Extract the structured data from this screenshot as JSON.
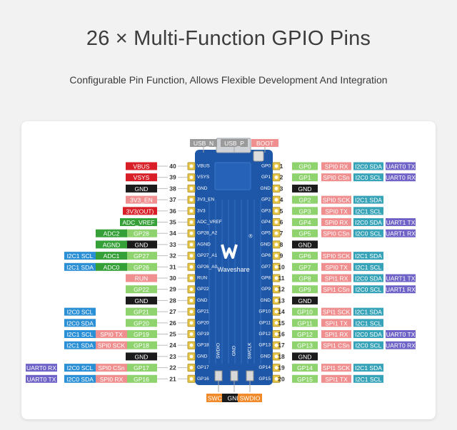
{
  "header": {
    "title": "26 × Multi-Function GPIO Pins",
    "subtitle": "Configurable Pin Function, Allows Flexible Development And Integration"
  },
  "colors": {
    "red": "#d81e26",
    "dark": "#1b1b1b",
    "green": "#35a038",
    "pink": "#ef8f8f",
    "light_green": "#8fd36f",
    "blue": "#2b8fd6",
    "teal": "#37a3b8",
    "purple": "#6f63c7",
    "gray": "#9a9a9a",
    "orange": "#f08a2a",
    "board": "#1f57a8"
  },
  "board": {
    "brand": "Waveshare",
    "logo": "waveshare-logo",
    "usb_labels": [
      {
        "text": "USB_N",
        "color": "gray"
      },
      {
        "text": "USB_P",
        "color": "gray"
      },
      {
        "text": "BOOT",
        "color": "pink"
      }
    ],
    "bottom_labels": [
      {
        "text": "SWCLK",
        "color": "orange"
      },
      {
        "text": "GND",
        "color": "dark"
      },
      {
        "text": "SWDIO",
        "color": "orange"
      }
    ],
    "bottom_silk": [
      "SWDIO",
      "GND",
      "SWCLK"
    ]
  },
  "left_pins": [
    {
      "num": "40",
      "silk": "VBUS",
      "tags": [
        {
          "text": "VBUS",
          "color": "red"
        }
      ]
    },
    {
      "num": "39",
      "silk": "VSYS",
      "tags": [
        {
          "text": "VSYS",
          "color": "red"
        }
      ]
    },
    {
      "num": "38",
      "silk": "GND",
      "tags": [
        {
          "text": "GND",
          "color": "dark"
        }
      ]
    },
    {
      "num": "37",
      "silk": "3V3_EN",
      "tags": [
        {
          "text": "3V3_EN",
          "color": "pink"
        }
      ]
    },
    {
      "num": "36",
      "silk": "3V3",
      "tags": [
        {
          "text": "3V3(OUT)",
          "color": "red"
        }
      ]
    },
    {
      "num": "35",
      "silk": "ADC_VREF",
      "tags": [
        {
          "text": "ADC_VREF",
          "color": "green"
        }
      ]
    },
    {
      "num": "34",
      "silk": "GP28_A2",
      "tags": [
        {
          "text": "GP28",
          "color": "light_green"
        },
        {
          "text": "ADC2",
          "color": "green"
        }
      ]
    },
    {
      "num": "33",
      "silk": "AGND",
      "tags": [
        {
          "text": "GND",
          "color": "dark"
        },
        {
          "text": "AGND",
          "color": "green"
        }
      ]
    },
    {
      "num": "32",
      "silk": "GP27_A1",
      "tags": [
        {
          "text": "GP27",
          "color": "light_green"
        },
        {
          "text": "ADC1",
          "color": "green"
        },
        {
          "text": "I2C1 SCL",
          "color": "blue"
        }
      ]
    },
    {
      "num": "31",
      "silk": "GP26_A0",
      "tags": [
        {
          "text": "GP26",
          "color": "light_green"
        },
        {
          "text": "ADC0",
          "color": "green"
        },
        {
          "text": "I2C1 SDA",
          "color": "blue"
        }
      ]
    },
    {
      "num": "30",
      "silk": "RUN",
      "tags": [
        {
          "text": "RUN",
          "color": "pink"
        }
      ]
    },
    {
      "num": "29",
      "silk": "GP22",
      "tags": [
        {
          "text": "GP22",
          "color": "light_green"
        }
      ]
    },
    {
      "num": "28",
      "silk": "GND",
      "tags": [
        {
          "text": "GND",
          "color": "dark"
        }
      ]
    },
    {
      "num": "27",
      "silk": "GP21",
      "tags": [
        {
          "text": "GP21",
          "color": "light_green"
        },
        {
          "text": "",
          "color": "none"
        },
        {
          "text": "I2C0 SCL",
          "color": "blue"
        }
      ]
    },
    {
      "num": "26",
      "silk": "GP20",
      "tags": [
        {
          "text": "GP20",
          "color": "light_green"
        },
        {
          "text": "",
          "color": "none"
        },
        {
          "text": "I2C0 SDA",
          "color": "blue"
        }
      ]
    },
    {
      "num": "25",
      "silk": "GP19",
      "tags": [
        {
          "text": "GP19",
          "color": "light_green"
        },
        {
          "text": "SPI0 TX",
          "color": "pink"
        },
        {
          "text": "I2C1 SCL",
          "color": "blue"
        }
      ]
    },
    {
      "num": "24",
      "silk": "GP18",
      "tags": [
        {
          "text": "GP18",
          "color": "light_green"
        },
        {
          "text": "SPI0 SCK",
          "color": "pink"
        },
        {
          "text": "I2C1 SDA",
          "color": "blue"
        }
      ]
    },
    {
      "num": "23",
      "silk": "GND",
      "tags": [
        {
          "text": "GND",
          "color": "dark"
        }
      ]
    },
    {
      "num": "22",
      "silk": "GP17",
      "tags": [
        {
          "text": "GP17",
          "color": "light_green"
        },
        {
          "text": "SPI0 CSn",
          "color": "pink"
        },
        {
          "text": "I2C0 SCL",
          "color": "blue"
        },
        {
          "text": "UART0 RX",
          "color": "purple"
        }
      ]
    },
    {
      "num": "21",
      "silk": "GP16",
      "tags": [
        {
          "text": "GP16",
          "color": "light_green"
        },
        {
          "text": "SPI0 RX",
          "color": "pink"
        },
        {
          "text": "I2C0 SDA",
          "color": "blue"
        },
        {
          "text": "UART0 TX",
          "color": "purple"
        }
      ]
    }
  ],
  "right_pins": [
    {
      "num": "1",
      "silk": "GP0",
      "tags": [
        {
          "text": "GP0",
          "color": "light_green"
        },
        {
          "text": "SPI0 RX",
          "color": "pink"
        },
        {
          "text": "I2C0 SDA",
          "color": "teal"
        },
        {
          "text": "UART0 TX",
          "color": "purple"
        }
      ]
    },
    {
      "num": "2",
      "silk": "GP1",
      "tags": [
        {
          "text": "GP1",
          "color": "light_green"
        },
        {
          "text": "SPI0 CSn",
          "color": "pink"
        },
        {
          "text": "I2C0 SCL",
          "color": "teal"
        },
        {
          "text": "UART0 RX",
          "color": "purple"
        }
      ]
    },
    {
      "num": "3",
      "silk": "GND",
      "tags": [
        {
          "text": "GND",
          "color": "dark"
        }
      ]
    },
    {
      "num": "4",
      "silk": "GP2",
      "tags": [
        {
          "text": "GP2",
          "color": "light_green"
        },
        {
          "text": "SPI0 SCK",
          "color": "pink"
        },
        {
          "text": "I2C1 SDA",
          "color": "teal"
        }
      ]
    },
    {
      "num": "5",
      "silk": "GP3",
      "tags": [
        {
          "text": "GP3",
          "color": "light_green"
        },
        {
          "text": "SPI0 TX",
          "color": "pink"
        },
        {
          "text": "I2C1 SCL",
          "color": "teal"
        }
      ]
    },
    {
      "num": "6",
      "silk": "GP4",
      "tags": [
        {
          "text": "GP4",
          "color": "light_green"
        },
        {
          "text": "SPI0 RX",
          "color": "pink"
        },
        {
          "text": "I2C0 SDA",
          "color": "teal"
        },
        {
          "text": "UART1 TX",
          "color": "purple"
        }
      ]
    },
    {
      "num": "7",
      "silk": "GP5",
      "tags": [
        {
          "text": "GP5",
          "color": "light_green"
        },
        {
          "text": "SPI0 CSn",
          "color": "pink"
        },
        {
          "text": "I2C0 SCL",
          "color": "teal"
        },
        {
          "text": "UART1 RX",
          "color": "purple"
        }
      ]
    },
    {
      "num": "8",
      "silk": "GND",
      "tags": [
        {
          "text": "GND",
          "color": "dark"
        }
      ]
    },
    {
      "num": "9",
      "silk": "GP6",
      "tags": [
        {
          "text": "GP6",
          "color": "light_green"
        },
        {
          "text": "SPI0 SCK",
          "color": "pink"
        },
        {
          "text": "I2C1 SDA",
          "color": "teal"
        }
      ]
    },
    {
      "num": "10",
      "silk": "GP7",
      "tags": [
        {
          "text": "GP7",
          "color": "light_green"
        },
        {
          "text": "SPI0 TX",
          "color": "pink"
        },
        {
          "text": "I2C1 SCL",
          "color": "teal"
        }
      ]
    },
    {
      "num": "11",
      "silk": "GP8",
      "tags": [
        {
          "text": "GP8",
          "color": "light_green"
        },
        {
          "text": "SPI1 RX",
          "color": "pink"
        },
        {
          "text": "I2C0 SDA",
          "color": "teal"
        },
        {
          "text": "UART1 TX",
          "color": "purple"
        }
      ]
    },
    {
      "num": "12",
      "silk": "GP9",
      "tags": [
        {
          "text": "GP9",
          "color": "light_green"
        },
        {
          "text": "SPI1 CSn",
          "color": "pink"
        },
        {
          "text": "I2C0 SCL",
          "color": "teal"
        },
        {
          "text": "UART1 RX",
          "color": "purple"
        }
      ]
    },
    {
      "num": "13",
      "silk": "GND",
      "tags": [
        {
          "text": "GND",
          "color": "dark"
        }
      ]
    },
    {
      "num": "14",
      "silk": "GP10",
      "tags": [
        {
          "text": "GP10",
          "color": "light_green"
        },
        {
          "text": "SPI1 SCK",
          "color": "pink"
        },
        {
          "text": "I2C1 SDA",
          "color": "teal"
        }
      ]
    },
    {
      "num": "15",
      "silk": "GP11",
      "tags": [
        {
          "text": "GP11",
          "color": "light_green"
        },
        {
          "text": "SPI1 TX",
          "color": "pink"
        },
        {
          "text": "I2C1 SCL",
          "color": "teal"
        }
      ]
    },
    {
      "num": "16",
      "silk": "GP12",
      "tags": [
        {
          "text": "GP12",
          "color": "light_green"
        },
        {
          "text": "SPI1 RX",
          "color": "pink"
        },
        {
          "text": "I2C0 SDA",
          "color": "teal"
        },
        {
          "text": "UART0 TX",
          "color": "purple"
        }
      ]
    },
    {
      "num": "17",
      "silk": "GP13",
      "tags": [
        {
          "text": "GP13",
          "color": "light_green"
        },
        {
          "text": "SPI1 CSn",
          "color": "pink"
        },
        {
          "text": "I2C0 SCL",
          "color": "teal"
        },
        {
          "text": "UART0 RX",
          "color": "purple"
        }
      ]
    },
    {
      "num": "18",
      "silk": "GND",
      "tags": [
        {
          "text": "GND",
          "color": "dark"
        }
      ]
    },
    {
      "num": "19",
      "silk": "GP14",
      "tags": [
        {
          "text": "GP14",
          "color": "light_green"
        },
        {
          "text": "SPI1 SCK",
          "color": "pink"
        },
        {
          "text": "I2C1 SDA",
          "color": "teal"
        }
      ]
    },
    {
      "num": "20",
      "silk": "GP15",
      "tags": [
        {
          "text": "GP15",
          "color": "light_green"
        },
        {
          "text": "SPI1 TX",
          "color": "pink"
        },
        {
          "text": "I2C1 SCL",
          "color": "teal"
        }
      ]
    }
  ]
}
